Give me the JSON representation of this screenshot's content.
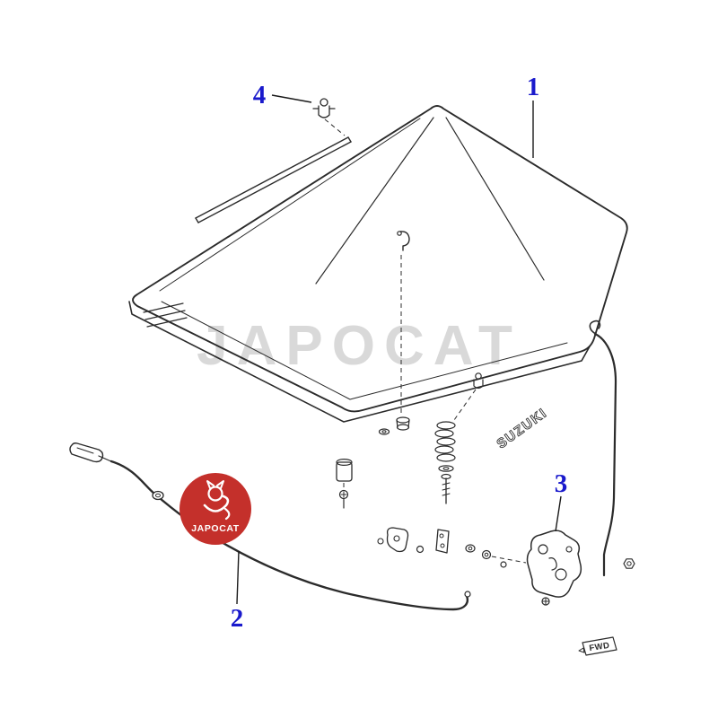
{
  "watermark": {
    "text": "JAPOCAT"
  },
  "logo": {
    "text": "JAPOCAT"
  },
  "emblem": {
    "text": "SUZUKI"
  },
  "fwd_badge": {
    "text": "FWD"
  },
  "callouts": {
    "c1": {
      "label": "1"
    },
    "c2": {
      "label": "2"
    },
    "c3": {
      "label": "3"
    },
    "c4": {
      "label": "4"
    }
  },
  "colors": {
    "callout": "#1a1acc",
    "logo_red": "#c4302b",
    "logo_text": "#ffffff",
    "watermark": "#d9d9d9",
    "ink": "#2b2b2b"
  }
}
